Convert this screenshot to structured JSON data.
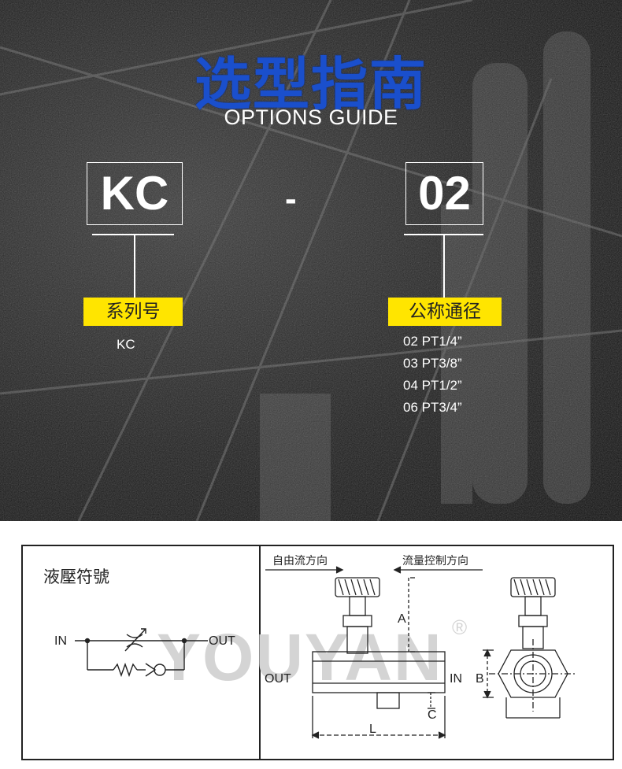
{
  "header": {
    "title_cn": "选型指南",
    "title_en": "OPTIONS GUIDE"
  },
  "code": {
    "series_code": "KC",
    "separator": "-",
    "bore_code": "02"
  },
  "series": {
    "label": "系列号",
    "values": [
      "KC"
    ]
  },
  "bore": {
    "label": "公称通径",
    "options": [
      "02 PT1/4”",
      "03 PT3/8”",
      "04 PT1/2”",
      "06 PT3/4”"
    ]
  },
  "symbol_panel": {
    "title": "液壓符號",
    "in_label": "IN",
    "out_label": "OUT"
  },
  "drawing_panel": {
    "free_flow_label": "自由流方向",
    "control_flow_label": "流量控制方向",
    "out_label": "OUT",
    "in_label": "IN",
    "dim_a": "A",
    "dim_b": "B",
    "dim_c": "C",
    "dim_l": "L"
  },
  "watermark": {
    "text": "YOUYAN",
    "reg_mark": "®"
  },
  "colors": {
    "title_blue": "#1a4fcc",
    "highlight_yellow": "#ffe500",
    "dark_bg": "#1c1c1c"
  }
}
